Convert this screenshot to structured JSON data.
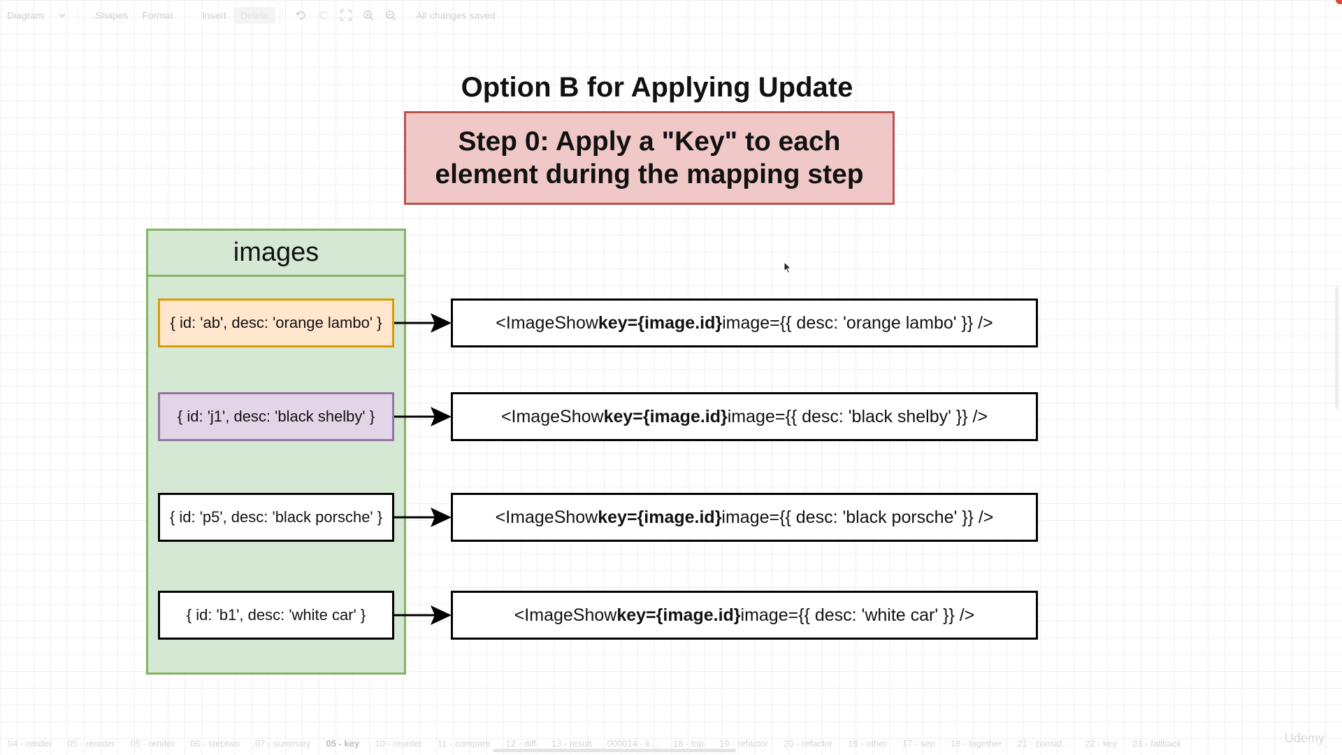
{
  "toolbar": {
    "diagram_label": "Diagram",
    "shapes_label": "Shapes",
    "format_label": "Format",
    "insert_label": "Insert",
    "delete_label": "Delete",
    "status": "All changes saved"
  },
  "diagram": {
    "title": "Option B for Applying Update",
    "step": {
      "line1": "Step 0: Apply a \"Key\" to each",
      "line2": "element during the mapping step"
    },
    "images_header": "images",
    "items": [
      {
        "text": "{ id: 'ab', desc: 'orange lambo' }",
        "target_prefix": "<ImageShow ",
        "target_key": "key={image.id}",
        "target_suffix": " image={{ desc: 'orange lambo' }} />",
        "fill": "#ffe6cc"
      },
      {
        "text": "{ id: 'j1', desc: 'black shelby' }",
        "target_prefix": "<ImageShow ",
        "target_key": "key={image.id}",
        "target_suffix": " image={{ desc: 'black shelby' }} />",
        "fill": "#e1d5e7"
      },
      {
        "text": "{ id: 'p5', desc: 'black porsche' }",
        "target_prefix": "<ImageShow ",
        "target_key": "key={image.id}",
        "target_suffix": " image={{ desc: 'black porsche' }} />",
        "fill": "#ffffff"
      },
      {
        "text": "{ id: 'b1', desc: 'white car' }",
        "target_prefix": "<ImageShow ",
        "target_key": "key={image.id}",
        "target_suffix": " image={{ desc: 'white car' }} />",
        "fill": "#ffffff"
      }
    ]
  },
  "bottom_tabs": [
    "04 - render",
    "05 - reorder",
    "05 - render",
    "06 - steptwo",
    "07 - summary",
    "05 - key",
    "10 - reorder",
    "11 - compare",
    "12 - diff",
    "13 - result",
    "000014 - k...",
    "18 - top",
    "19 - refactor",
    "20 - refactor",
    "16 - other",
    "17 - sep",
    "18 - together",
    "21 - consid...",
    "22 - key",
    "23 - fallback"
  ],
  "active_tab": "05 - key",
  "watermark": "Udemy",
  "colors": {
    "step_fill": "#f0c8c8",
    "step_border": "#b85450",
    "panel_fill": "#d5e8d4",
    "panel_border": "#82b366"
  }
}
